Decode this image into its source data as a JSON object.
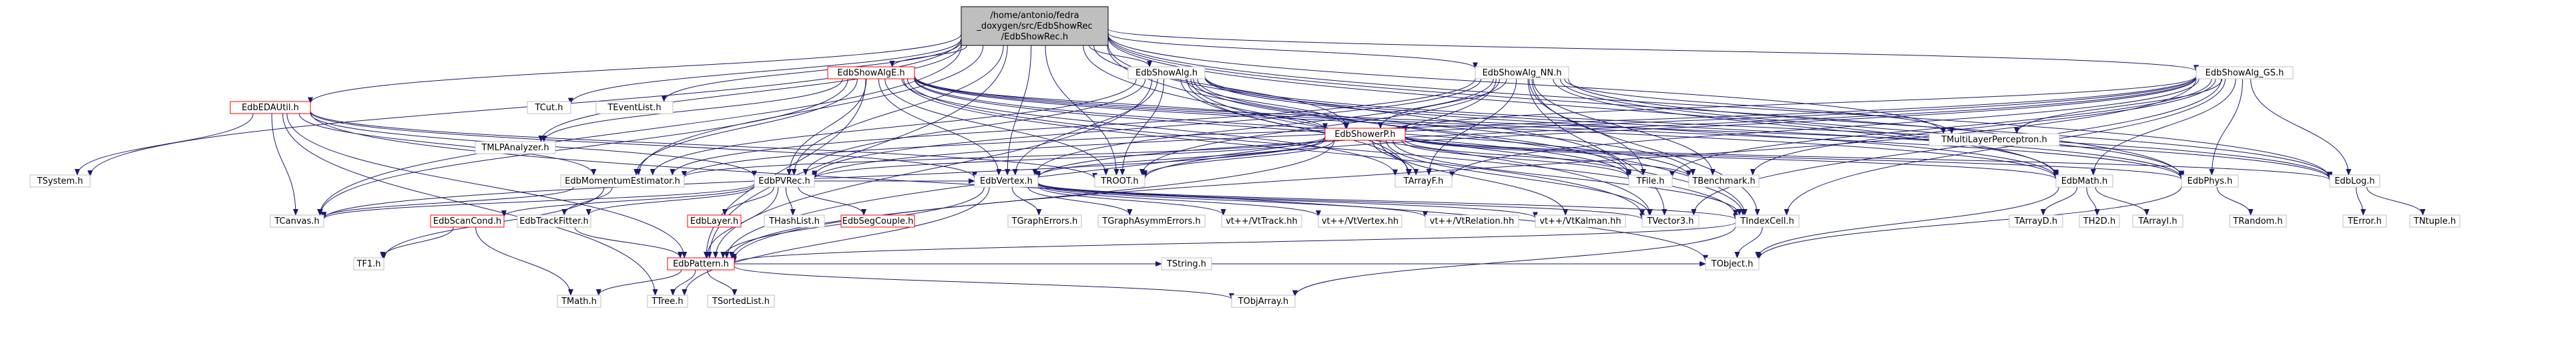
{
  "colors": {
    "edge": "#191970",
    "root_fill": "#bfbfbf",
    "linked_border": "#ff0000",
    "plain_border": "#bfbfbf",
    "text": "#000000"
  },
  "nodes": {
    "root": {
      "lines": [
        "/home/antonio/fedra",
        "_doxygen/src/EdbShowRec",
        "/EdbShowRec.h"
      ],
      "kind": "root"
    },
    "algE": {
      "lines": [
        "EdbShowAlgE.h"
      ],
      "kind": "linked"
    },
    "algh": {
      "lines": [
        "EdbShowAlg.h"
      ],
      "kind": "plain"
    },
    "algNN": {
      "lines": [
        "EdbShowAlg_NN.h"
      ],
      "kind": "plain"
    },
    "algGS": {
      "lines": [
        "EdbShowAlg_GS.h"
      ],
      "kind": "plain"
    },
    "eda": {
      "lines": [
        "EdbEDAUtil.h"
      ],
      "kind": "linked"
    },
    "tcut": {
      "lines": [
        "TCut.h"
      ],
      "kind": "plain"
    },
    "tevent": {
      "lines": [
        "TEventList.h"
      ],
      "kind": "plain"
    },
    "tmlp": {
      "lines": [
        "TMLPAnalyzer.h"
      ],
      "kind": "plain"
    },
    "tmulti": {
      "lines": [
        "TMultiLayerPerceptron.h"
      ],
      "kind": "plain"
    },
    "showerP": {
      "lines": [
        "EdbShowerP.h"
      ],
      "kind": "linked"
    },
    "tsystem": {
      "lines": [
        "TSystem.h"
      ],
      "kind": "plain"
    },
    "momest": {
      "lines": [
        "EdbMomentumEstimator.h"
      ],
      "kind": "plain"
    },
    "pvrec": {
      "lines": [
        "EdbPVRec.h"
      ],
      "kind": "plain"
    },
    "troot": {
      "lines": [
        "TROOT.h"
      ],
      "kind": "plain"
    },
    "vertex": {
      "lines": [
        "EdbVertex.h"
      ],
      "kind": "plain"
    },
    "tarrayf": {
      "lines": [
        "TArrayF.h"
      ],
      "kind": "plain"
    },
    "tfile": {
      "lines": [
        "TFile.h"
      ],
      "kind": "plain"
    },
    "tbench": {
      "lines": [
        "TBenchmark.h"
      ],
      "kind": "plain"
    },
    "math": {
      "lines": [
        "EdbMath.h"
      ],
      "kind": "plain"
    },
    "phys": {
      "lines": [
        "EdbPhys.h"
      ],
      "kind": "plain"
    },
    "log": {
      "lines": [
        "EdbLog.h"
      ],
      "kind": "plain"
    },
    "tcanvas": {
      "lines": [
        "TCanvas.h"
      ],
      "kind": "plain"
    },
    "scancond": {
      "lines": [
        "EdbScanCond.h"
      ],
      "kind": "linked"
    },
    "trackfit": {
      "lines": [
        "EdbTrackFitter.h"
      ],
      "kind": "plain"
    },
    "layer": {
      "lines": [
        "EdbLayer.h"
      ],
      "kind": "linked"
    },
    "thash": {
      "lines": [
        "THashList.h"
      ],
      "kind": "plain"
    },
    "segcouple": {
      "lines": [
        "EdbSegCouple.h"
      ],
      "kind": "linked"
    },
    "tgrapherr": {
      "lines": [
        "TGraphErrors.h"
      ],
      "kind": "plain"
    },
    "tgraphasym": {
      "lines": [
        "TGraphAsymmErrors.h"
      ],
      "kind": "plain"
    },
    "vttrack": {
      "lines": [
        "vt++/VtTrack.hh"
      ],
      "kind": "plain"
    },
    "vtvertex": {
      "lines": [
        "vt++/VtVertex.hh"
      ],
      "kind": "plain"
    },
    "vtrel": {
      "lines": [
        "vt++/VtRelation.hh"
      ],
      "kind": "plain"
    },
    "vtkal": {
      "lines": [
        "vt++/VtKalman.hh"
      ],
      "kind": "plain"
    },
    "tvector": {
      "lines": [
        "TVector3.h"
      ],
      "kind": "plain"
    },
    "tindex": {
      "lines": [
        "TIndexCell.h"
      ],
      "kind": "plain"
    },
    "tarrayd": {
      "lines": [
        "TArrayD.h"
      ],
      "kind": "plain"
    },
    "th2d": {
      "lines": [
        "TH2D.h"
      ],
      "kind": "plain"
    },
    "tarrayi": {
      "lines": [
        "TArrayI.h"
      ],
      "kind": "plain"
    },
    "trandom": {
      "lines": [
        "TRandom.h"
      ],
      "kind": "plain"
    },
    "terror": {
      "lines": [
        "TError.h"
      ],
      "kind": "plain"
    },
    "tntuple": {
      "lines": [
        "TNtuple.h"
      ],
      "kind": "plain"
    },
    "tf1": {
      "lines": [
        "TF1.h"
      ],
      "kind": "plain"
    },
    "pattern": {
      "lines": [
        "EdbPattern.h"
      ],
      "kind": "linked"
    },
    "tstring": {
      "lines": [
        "TString.h"
      ],
      "kind": "plain"
    },
    "tobject": {
      "lines": [
        "TObject.h"
      ],
      "kind": "plain"
    },
    "tmath": {
      "lines": [
        "TMath.h"
      ],
      "kind": "plain"
    },
    "ttree": {
      "lines": [
        "TTree.h"
      ],
      "kind": "plain"
    },
    "tsorted": {
      "lines": [
        "TSortedList.h"
      ],
      "kind": "plain"
    },
    "tobjarray": {
      "lines": [
        "TObjArray.h"
      ],
      "kind": "plain"
    }
  },
  "edges": [
    [
      "root",
      "algE"
    ],
    [
      "root",
      "algh"
    ],
    [
      "root",
      "algNN"
    ],
    [
      "root",
      "algGS"
    ],
    [
      "root",
      "eda"
    ],
    [
      "root",
      "tcut"
    ],
    [
      "root",
      "tevent"
    ],
    [
      "root",
      "tmlp"
    ],
    [
      "root",
      "tmulti"
    ],
    [
      "root",
      "showerP"
    ],
    [
      "root",
      "tsystem"
    ],
    [
      "root",
      "momest"
    ],
    [
      "root",
      "pvrec"
    ],
    [
      "root",
      "troot"
    ],
    [
      "root",
      "vertex"
    ],
    [
      "root",
      "tarrayf"
    ],
    [
      "root",
      "tfile"
    ],
    [
      "root",
      "math"
    ],
    [
      "root",
      "phys"
    ],
    [
      "root",
      "log"
    ],
    [
      "root",
      "tcanvas"
    ],
    [
      "root",
      "tindex"
    ],
    [
      "root",
      "pattern"
    ],
    [
      "algE",
      "showerP"
    ],
    [
      "algE",
      "tmlp"
    ],
    [
      "algE",
      "momest"
    ],
    [
      "algE",
      "pvrec"
    ],
    [
      "algE",
      "troot"
    ],
    [
      "algE",
      "vertex"
    ],
    [
      "algE",
      "tarrayf"
    ],
    [
      "algE",
      "tfile"
    ],
    [
      "algE",
      "tbench"
    ],
    [
      "algE",
      "math"
    ],
    [
      "algE",
      "phys"
    ],
    [
      "algE",
      "log"
    ],
    [
      "algE",
      "tcanvas"
    ],
    [
      "algE",
      "pattern"
    ],
    [
      "algE",
      "tvector"
    ],
    [
      "algE",
      "tindex"
    ],
    [
      "algh",
      "showerP"
    ],
    [
      "algh",
      "momest"
    ],
    [
      "algh",
      "pvrec"
    ],
    [
      "algh",
      "troot"
    ],
    [
      "algh",
      "vertex"
    ],
    [
      "algh",
      "tarrayf"
    ],
    [
      "algh",
      "tfile"
    ],
    [
      "algh",
      "tbench"
    ],
    [
      "algh",
      "math"
    ],
    [
      "algh",
      "phys"
    ],
    [
      "algh",
      "log"
    ],
    [
      "algh",
      "tvector"
    ],
    [
      "algh",
      "tindex"
    ],
    [
      "algh",
      "pattern"
    ],
    [
      "algNN",
      "showerP"
    ],
    [
      "algNN",
      "tmulti"
    ],
    [
      "algNN",
      "momest"
    ],
    [
      "algNN",
      "pvrec"
    ],
    [
      "algNN",
      "troot"
    ],
    [
      "algNN",
      "vertex"
    ],
    [
      "algNN",
      "tarrayf"
    ],
    [
      "algNN",
      "tfile"
    ],
    [
      "algNN",
      "tbench"
    ],
    [
      "algNN",
      "math"
    ],
    [
      "algNN",
      "phys"
    ],
    [
      "algNN",
      "log"
    ],
    [
      "algNN",
      "tvector"
    ],
    [
      "algNN",
      "tindex"
    ],
    [
      "algNN",
      "pattern"
    ],
    [
      "algGS",
      "showerP"
    ],
    [
      "algGS",
      "tmulti"
    ],
    [
      "algGS",
      "momest"
    ],
    [
      "algGS",
      "pvrec"
    ],
    [
      "algGS",
      "troot"
    ],
    [
      "algGS",
      "vertex"
    ],
    [
      "algGS",
      "tarrayf"
    ],
    [
      "algGS",
      "tfile"
    ],
    [
      "algGS",
      "tbench"
    ],
    [
      "algGS",
      "math"
    ],
    [
      "algGS",
      "phys"
    ],
    [
      "algGS",
      "log"
    ],
    [
      "algGS",
      "tvector"
    ],
    [
      "algGS",
      "tindex"
    ],
    [
      "algGS",
      "pattern"
    ],
    [
      "eda",
      "tsystem"
    ],
    [
      "eda",
      "momest"
    ],
    [
      "eda",
      "pvrec"
    ],
    [
      "eda",
      "troot"
    ],
    [
      "eda",
      "vertex"
    ],
    [
      "eda",
      "tcanvas"
    ],
    [
      "eda",
      "pattern"
    ],
    [
      "eda",
      "ttree"
    ],
    [
      "eda",
      "tobject"
    ],
    [
      "showerP",
      "momest"
    ],
    [
      "showerP",
      "pvrec"
    ],
    [
      "showerP",
      "troot"
    ],
    [
      "showerP",
      "vertex"
    ],
    [
      "showerP",
      "tarrayf"
    ],
    [
      "showerP",
      "tfile"
    ],
    [
      "showerP",
      "tbench"
    ],
    [
      "showerP",
      "math"
    ],
    [
      "showerP",
      "phys"
    ],
    [
      "showerP",
      "log"
    ],
    [
      "showerP",
      "tcanvas"
    ],
    [
      "showerP",
      "tvector"
    ],
    [
      "showerP",
      "tindex"
    ],
    [
      "showerP",
      "pattern"
    ],
    [
      "showerP",
      "vtkal"
    ],
    [
      "momest",
      "trackfit"
    ],
    [
      "momest",
      "tcanvas"
    ],
    [
      "momest",
      "tf1"
    ],
    [
      "pvrec",
      "tcanvas"
    ],
    [
      "pvrec",
      "scancond"
    ],
    [
      "pvrec",
      "trackfit"
    ],
    [
      "pvrec",
      "layer"
    ],
    [
      "pvrec",
      "thash"
    ],
    [
      "pvrec",
      "segcouple"
    ],
    [
      "pvrec",
      "pattern"
    ],
    [
      "pvrec",
      "vertex"
    ],
    [
      "vertex",
      "tgrapherr"
    ],
    [
      "vertex",
      "tgraphasym"
    ],
    [
      "vertex",
      "vttrack"
    ],
    [
      "vertex",
      "vtvertex"
    ],
    [
      "vertex",
      "vtrel"
    ],
    [
      "vertex",
      "vtkal"
    ],
    [
      "vertex",
      "tvector"
    ],
    [
      "vertex",
      "pattern"
    ],
    [
      "vertex",
      "ttree"
    ],
    [
      "vertex",
      "tindex"
    ],
    [
      "math",
      "tarrayd"
    ],
    [
      "math",
      "th2d"
    ],
    [
      "math",
      "tarrayi"
    ],
    [
      "math",
      "tobject"
    ],
    [
      "phys",
      "trandom"
    ],
    [
      "phys",
      "tobject"
    ],
    [
      "log",
      "terror"
    ],
    [
      "log",
      "tntuple"
    ],
    [
      "scancond",
      "tf1"
    ],
    [
      "scancond",
      "tmath"
    ],
    [
      "trackfit",
      "pattern"
    ],
    [
      "tindex",
      "tobject"
    ],
    [
      "tindex",
      "tobjarray"
    ],
    [
      "tindex",
      "pattern"
    ],
    [
      "pattern",
      "tmath"
    ],
    [
      "pattern",
      "ttree"
    ],
    [
      "pattern",
      "tsorted"
    ],
    [
      "pattern",
      "tobjarray"
    ],
    [
      "pattern",
      "tstring"
    ],
    [
      "pattern",
      "tobject"
    ]
  ]
}
